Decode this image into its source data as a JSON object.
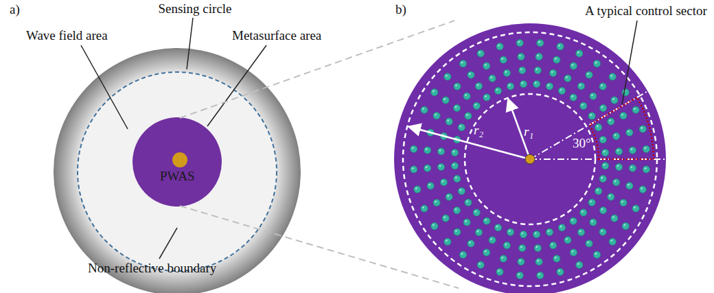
{
  "diagram": {
    "labels": [
      "a)",
      "b)",
      "Sensing circle",
      "Wave field area",
      "Metasurface area",
      "PWAS",
      "Non-reflective boundary",
      "A typical control sector",
      "r₂",
      "r₁",
      "30°"
    ]
  }
}
